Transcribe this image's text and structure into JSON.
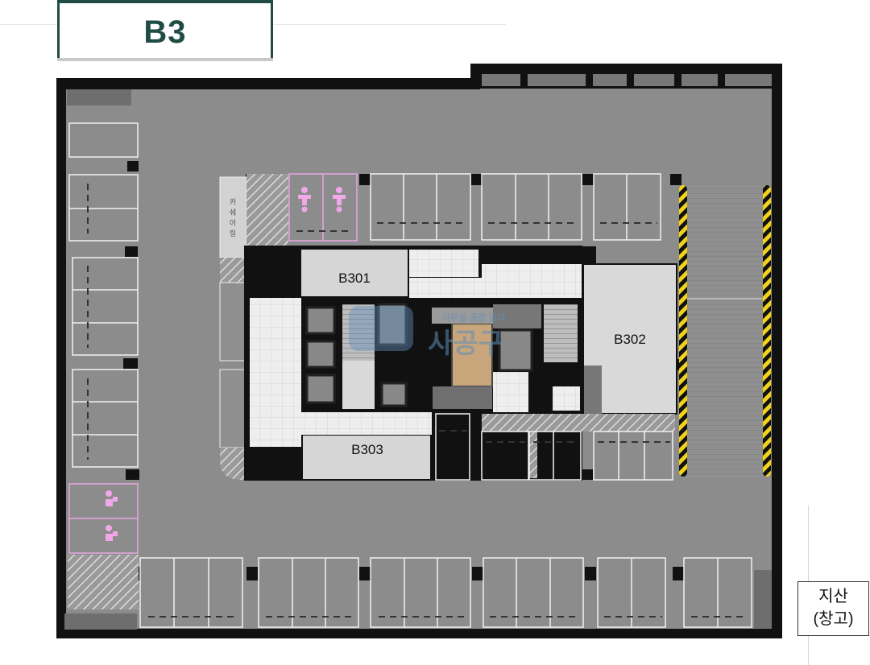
{
  "floor": {
    "label": "B3"
  },
  "rooms": [
    {
      "id": "B301",
      "label": "B301"
    },
    {
      "id": "B302",
      "label": "B302"
    },
    {
      "id": "B303",
      "label": "B303"
    }
  ],
  "vertical_label": {
    "chars": [
      "카",
      "쉐",
      "어",
      "링"
    ]
  },
  "watermark": {
    "line1": "사무실 공장 임대",
    "line2": "사공구"
  },
  "legend": {
    "line1": "지산",
    "line2": "(창고)"
  },
  "colors": {
    "floor": "#8c8c8c",
    "wall": "#111111",
    "core": "#e9e9e9",
    "room": "#d9d9d9",
    "accent": "#1f4d45",
    "accessible": "#e7a6e0",
    "hazard_yellow": "#f2d31a",
    "wood": "#c8a57a"
  }
}
